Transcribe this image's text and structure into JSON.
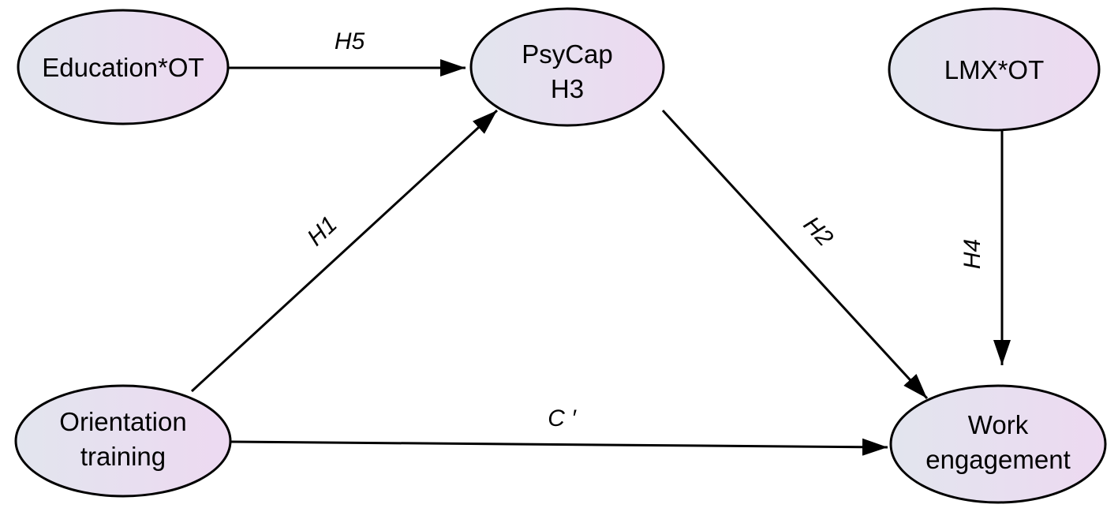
{
  "colors": {
    "node_fill_start": "#e2e5ee",
    "node_fill_end": "#edd9f1",
    "stroke": "#000000"
  },
  "nodes": {
    "education_ot": {
      "lines": [
        "Education*OT"
      ]
    },
    "psycap": {
      "lines": [
        "PsyCap",
        "H3"
      ]
    },
    "lmx_ot": {
      "lines": [
        "LMX*OT"
      ]
    },
    "orientation_training": {
      "lines": [
        "Orientation",
        "training"
      ]
    },
    "work_engagement": {
      "lines": [
        "Work",
        "engagement"
      ]
    }
  },
  "edges": {
    "h5": {
      "label": "H5"
    },
    "h1": {
      "label": "H1"
    },
    "h2": {
      "label": "H2"
    },
    "h4": {
      "label": "H4"
    },
    "c_prime": {
      "label": "C ′"
    }
  }
}
